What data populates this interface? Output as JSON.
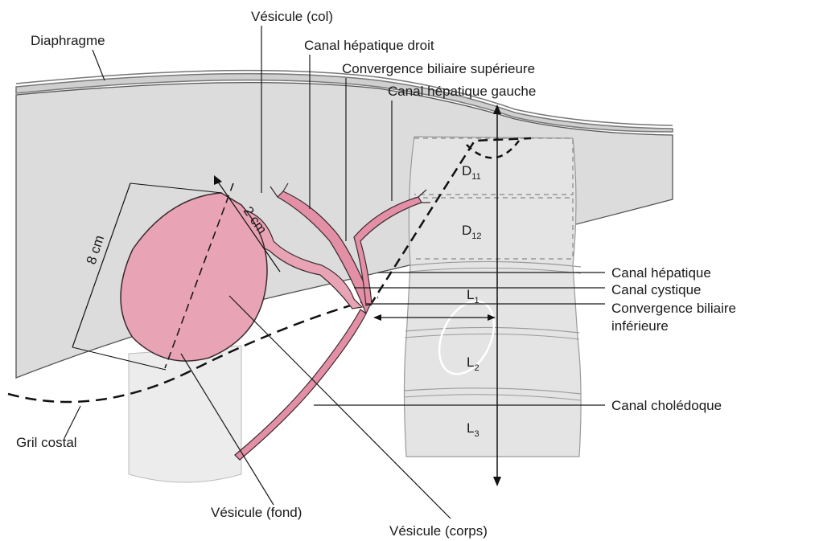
{
  "labels": {
    "diaphragme": "Diaphragme",
    "vesicule_col": "Vésicule (col)",
    "canal_hepatique_droit": "Canal hépatique droit",
    "convergence_superieure": "Convergence biliaire supérieure",
    "canal_hepatique_gauche": "Canal hépatique gauche",
    "canal_hepatique": "Canal hépatique",
    "canal_cystique": "Canal cystique",
    "convergence_inferieure_l1": "Convergence biliaire",
    "convergence_inferieure_l2": "inférieure",
    "canal_choledoque": "Canal cholédoque",
    "gril_costal": "Gril costal",
    "vesicule_fond": "Vésicule (fond)",
    "vesicule_corps": "Vésicule (corps)"
  },
  "measurements": {
    "length": "8 cm",
    "width": "2 cm"
  },
  "vertebrae": [
    {
      "letter": "D",
      "sub": "11"
    },
    {
      "letter": "D",
      "sub": "12"
    },
    {
      "letter": "L",
      "sub": "1"
    },
    {
      "letter": "L",
      "sub": "2"
    },
    {
      "letter": "L",
      "sub": "3"
    }
  ],
  "colors": {
    "liver": "#dcdcdc",
    "gallbladder": "#e8a3b5",
    "gallbladder_stroke": "#3a2a2e",
    "duct": "#e38fa6",
    "spine": "#e4e4e4",
    "line": "#1a1a1a"
  }
}
